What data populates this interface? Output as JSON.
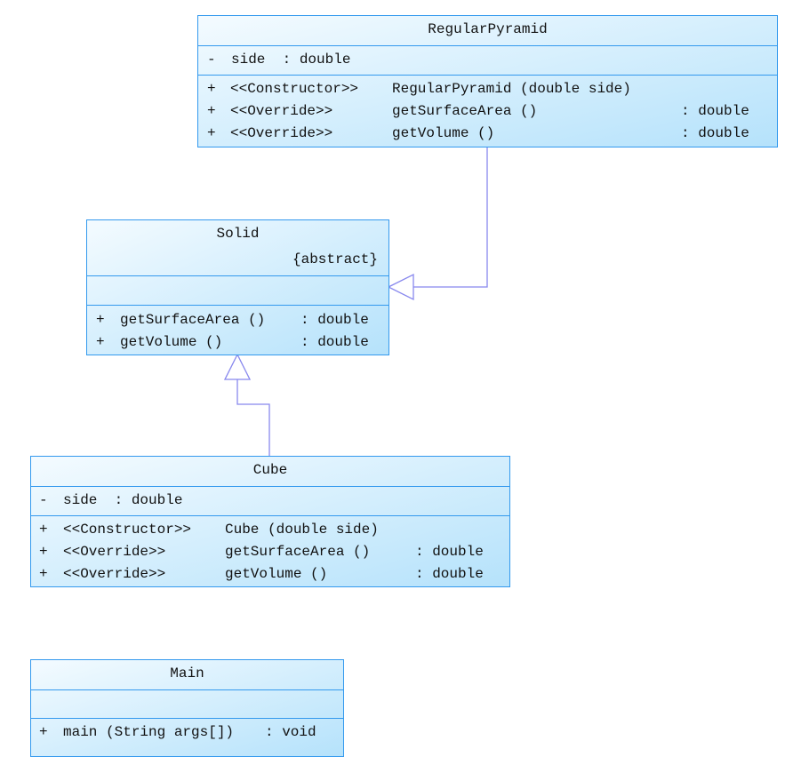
{
  "classes": {
    "regular_pyramid": {
      "name": "RegularPyramid",
      "attributes": [
        {
          "visibility": "-",
          "text": "side  : double"
        }
      ],
      "methods": [
        {
          "visibility": "+",
          "stereotype": "<<Constructor>>",
          "signature": "RegularPyramid (double side)",
          "type": ""
        },
        {
          "visibility": "+",
          "stereotype": "<<Override>>",
          "signature": "getSurfaceArea ()",
          "type": ": double"
        },
        {
          "visibility": "+",
          "stereotype": "<<Override>>",
          "signature": "getVolume ()",
          "type": ": double"
        }
      ]
    },
    "solid": {
      "name": "Solid",
      "modifier": "{abstract}",
      "methods": [
        {
          "visibility": "+",
          "signature": "getSurfaceArea ()",
          "type": ": double"
        },
        {
          "visibility": "+",
          "signature": "getVolume ()",
          "type": ": double"
        }
      ]
    },
    "cube": {
      "name": "Cube",
      "attributes": [
        {
          "visibility": "-",
          "text": "side  : double"
        }
      ],
      "methods": [
        {
          "visibility": "+",
          "stereotype": "<<Constructor>>",
          "signature": "Cube (double side)",
          "type": ""
        },
        {
          "visibility": "+",
          "stereotype": "<<Override>>",
          "signature": "getSurfaceArea ()",
          "type": ": double"
        },
        {
          "visibility": "+",
          "stereotype": "<<Override>>",
          "signature": "getVolume ()",
          "type": ": double"
        }
      ]
    },
    "main": {
      "name": "Main",
      "methods": [
        {
          "visibility": "+",
          "signature": "main (String args[])",
          "type": ": void"
        }
      ]
    }
  },
  "relationships": [
    {
      "type": "generalization",
      "from": "RegularPyramid",
      "to": "Solid"
    },
    {
      "type": "generalization",
      "from": "Cube",
      "to": "Solid"
    }
  ],
  "colors": {
    "border": "#3399ee",
    "connector": "#8888ee",
    "fill_start": "#f4fbff",
    "fill_end": "#b5e2fb"
  }
}
